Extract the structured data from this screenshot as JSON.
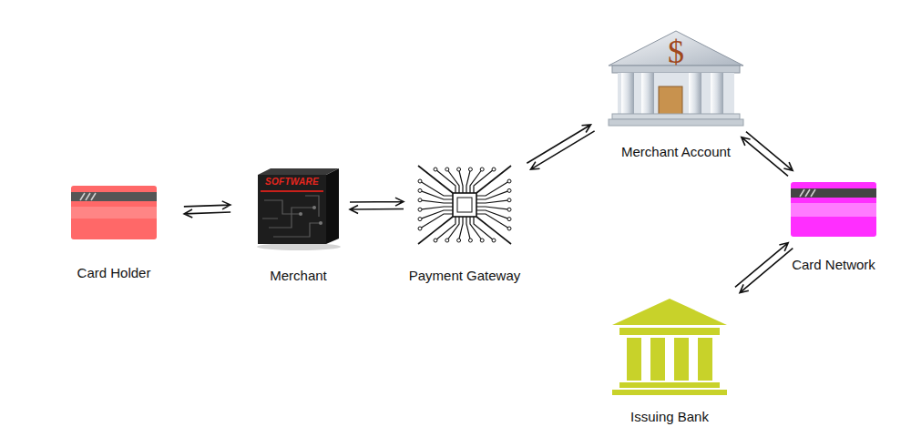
{
  "diagram": {
    "nodes": [
      {
        "text": [
          "Card Holder"
        ]
      },
      {
        "text": [
          "SOFTWARE",
          "Merchant"
        ]
      },
      {
        "text": [
          "Payment Gateway"
        ]
      },
      {
        "text": [
          "$",
          "Merchant Account"
        ]
      },
      {
        "text": [
          "Card Network"
        ]
      },
      {
        "text": [
          "Issuing Bank"
        ]
      }
    ],
    "edges": [
      {
        "from": 0,
        "to": 1,
        "arrow": "both"
      },
      {
        "from": 1,
        "to": 2,
        "arrow": "both"
      },
      {
        "from": 2,
        "to": 3,
        "arrow": "both"
      },
      {
        "from": 3,
        "to": 4,
        "arrow": "both"
      },
      {
        "from": 4,
        "to": 5,
        "arrow": "both"
      }
    ]
  }
}
